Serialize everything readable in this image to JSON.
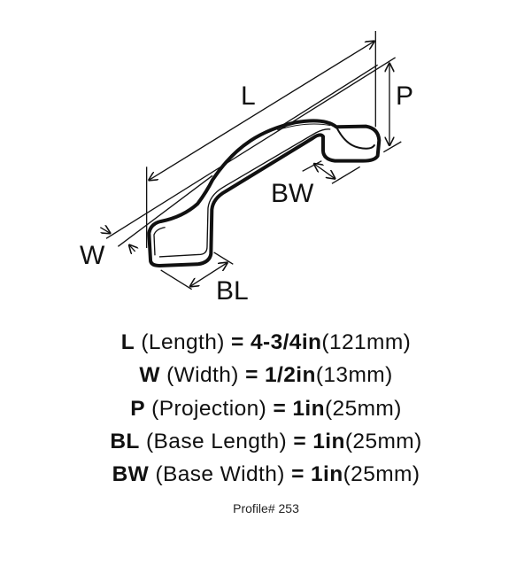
{
  "diagram": {
    "labels": {
      "L": "L",
      "P": "P",
      "BW": "BW",
      "W": "W",
      "BL": "BL"
    }
  },
  "specs": [
    {
      "code": "L",
      "name": "(Length)",
      "eq": "=",
      "imperial": "4-3/4in",
      "metric": "(121mm)"
    },
    {
      "code": "W",
      "name": "(Width)",
      "eq": "=",
      "imperial": "1/2in",
      "metric": "(13mm)"
    },
    {
      "code": "P",
      "name": "(Projection)",
      "eq": "=",
      "imperial": "1in",
      "metric": "(25mm)"
    },
    {
      "code": "BL",
      "name": "(Base Length)",
      "eq": "=",
      "imperial": "1in",
      "metric": "(25mm)"
    },
    {
      "code": "BW",
      "name": "(Base Width)",
      "eq": "=",
      "imperial": "1in",
      "metric": "(25mm)"
    }
  ],
  "profile": "Profile# 253"
}
